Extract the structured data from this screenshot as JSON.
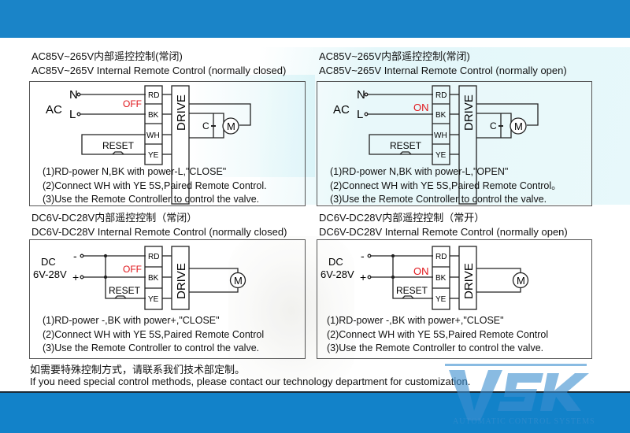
{
  "accent_colors": {
    "banner": "#1a84c8",
    "state_label": "#e0161b",
    "line": "#222222"
  },
  "panels": [
    {
      "title_cn": "AC85V~265V内部遥控控制(常闭)",
      "title_en": "AC85V~265V Internal Remote Control (normally closed)",
      "supply": {
        "label": "AC",
        "terminals": [
          "N",
          "L"
        ]
      },
      "state": "OFF",
      "wires": [
        "RD",
        "BK",
        "WH",
        "YE"
      ],
      "reset_label": "RESET",
      "drive_label": "DRIVE",
      "capacitor_label": "C",
      "motor_label": "M",
      "notes": [
        "(1)RD-power N,BK with power-L,\"CLOSE\"",
        "(2)Connect WH with YE 5S,Paired Remote Control.",
        "(3)Use the Remote Controller to control the valve."
      ]
    },
    {
      "title_cn": "AC85V~265V内部遥控控制(常闭)",
      "title_en": "AC85V~265V Internal Remote Control (normally open)",
      "supply": {
        "label": "AC",
        "terminals": [
          "N",
          "L"
        ]
      },
      "state": "ON",
      "wires": [
        "RD",
        "BK",
        "WH",
        "YE"
      ],
      "reset_label": "RESET",
      "drive_label": "DRIVE",
      "capacitor_label": "C",
      "motor_label": "M",
      "notes": [
        "(1)RD-power N,BK with power-L,\"OPEN\"",
        "(2)Connect WH with YE 5S,Paired Remote Control。",
        "(3)Use the Remote Controller to control the valve."
      ]
    },
    {
      "title_cn": "DC6V-DC28V内部遥控控制（常闭）",
      "title_en": "DC6V-DC28V Internal Remote Control (normally closed)",
      "supply": {
        "label": "DC",
        "voltage": "6V-28V",
        "terminals": [
          "-",
          "+"
        ]
      },
      "state": "OFF",
      "wires": [
        "RD",
        "BK",
        "YE"
      ],
      "reset_label": "RESET",
      "drive_label": "DRIVE",
      "motor_label": "M",
      "notes": [
        "(1)RD-power -,BK with power+,\"CLOSE\"",
        "(2)Connect WH with YE 5S,Paired Remote Control",
        "(3)Use the Remote Controller to control the valve."
      ]
    },
    {
      "title_cn": "DC6V-DC28V内部遥控控制（常开）",
      "title_en": "DC6V-DC28V Internal Remote Control (normally open)",
      "supply": {
        "label": "DC",
        "voltage": "6V-28V",
        "terminals": [
          "-",
          "+"
        ]
      },
      "state": "ON",
      "wires": [
        "RD",
        "BK",
        "YE"
      ],
      "reset_label": "RESET",
      "drive_label": "DRIVE",
      "motor_label": "M",
      "notes": [
        "(1)RD-power -,BK with power+,\"CLOSE\"",
        "(2)Connect WH with YE 5S,Paired Remote Control",
        "(3)Use the Remote Controller to control the valve."
      ]
    }
  ],
  "footer": {
    "cn": "如需要特殊控制方式，请联系我们技术部定制。",
    "en": "If you need special control methods, please contact our technology department for customization."
  },
  "logo": {
    "mark": "VSK",
    "tagline": "AUTOMATIC CONTROL SYSTEMS"
  }
}
